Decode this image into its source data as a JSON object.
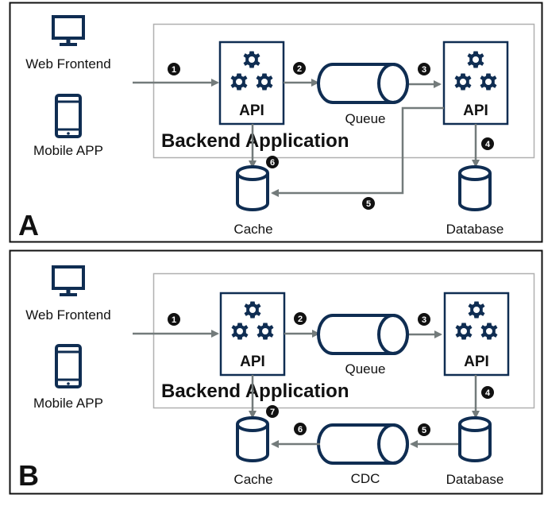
{
  "colors": {
    "navy": "#0f2d52",
    "arrow": "#737b7b",
    "group_border": "#b0b0b0",
    "panel_border": "#111111"
  },
  "panels": [
    {
      "id": "A",
      "letter": "A",
      "clients": {
        "web": "Web Frontend",
        "mobile": "Mobile APP"
      },
      "group_label": "Backend Application",
      "api1_label": "API",
      "api2_label": "API",
      "queue_label": "Queue",
      "cache_label": "Cache",
      "database_label": "Database",
      "steps": [
        "1",
        "2",
        "3",
        "4",
        "5",
        "6"
      ]
    },
    {
      "id": "B",
      "letter": "B",
      "clients": {
        "web": "Web Frontend",
        "mobile": "Mobile APP"
      },
      "group_label": "Backend Application",
      "api1_label": "API",
      "api2_label": "API",
      "queue_label": "Queue",
      "cdc_label": "CDC",
      "cache_label": "Cache",
      "database_label": "Database",
      "steps": [
        "1",
        "2",
        "3",
        "4",
        "5",
        "6",
        "7"
      ]
    }
  ]
}
